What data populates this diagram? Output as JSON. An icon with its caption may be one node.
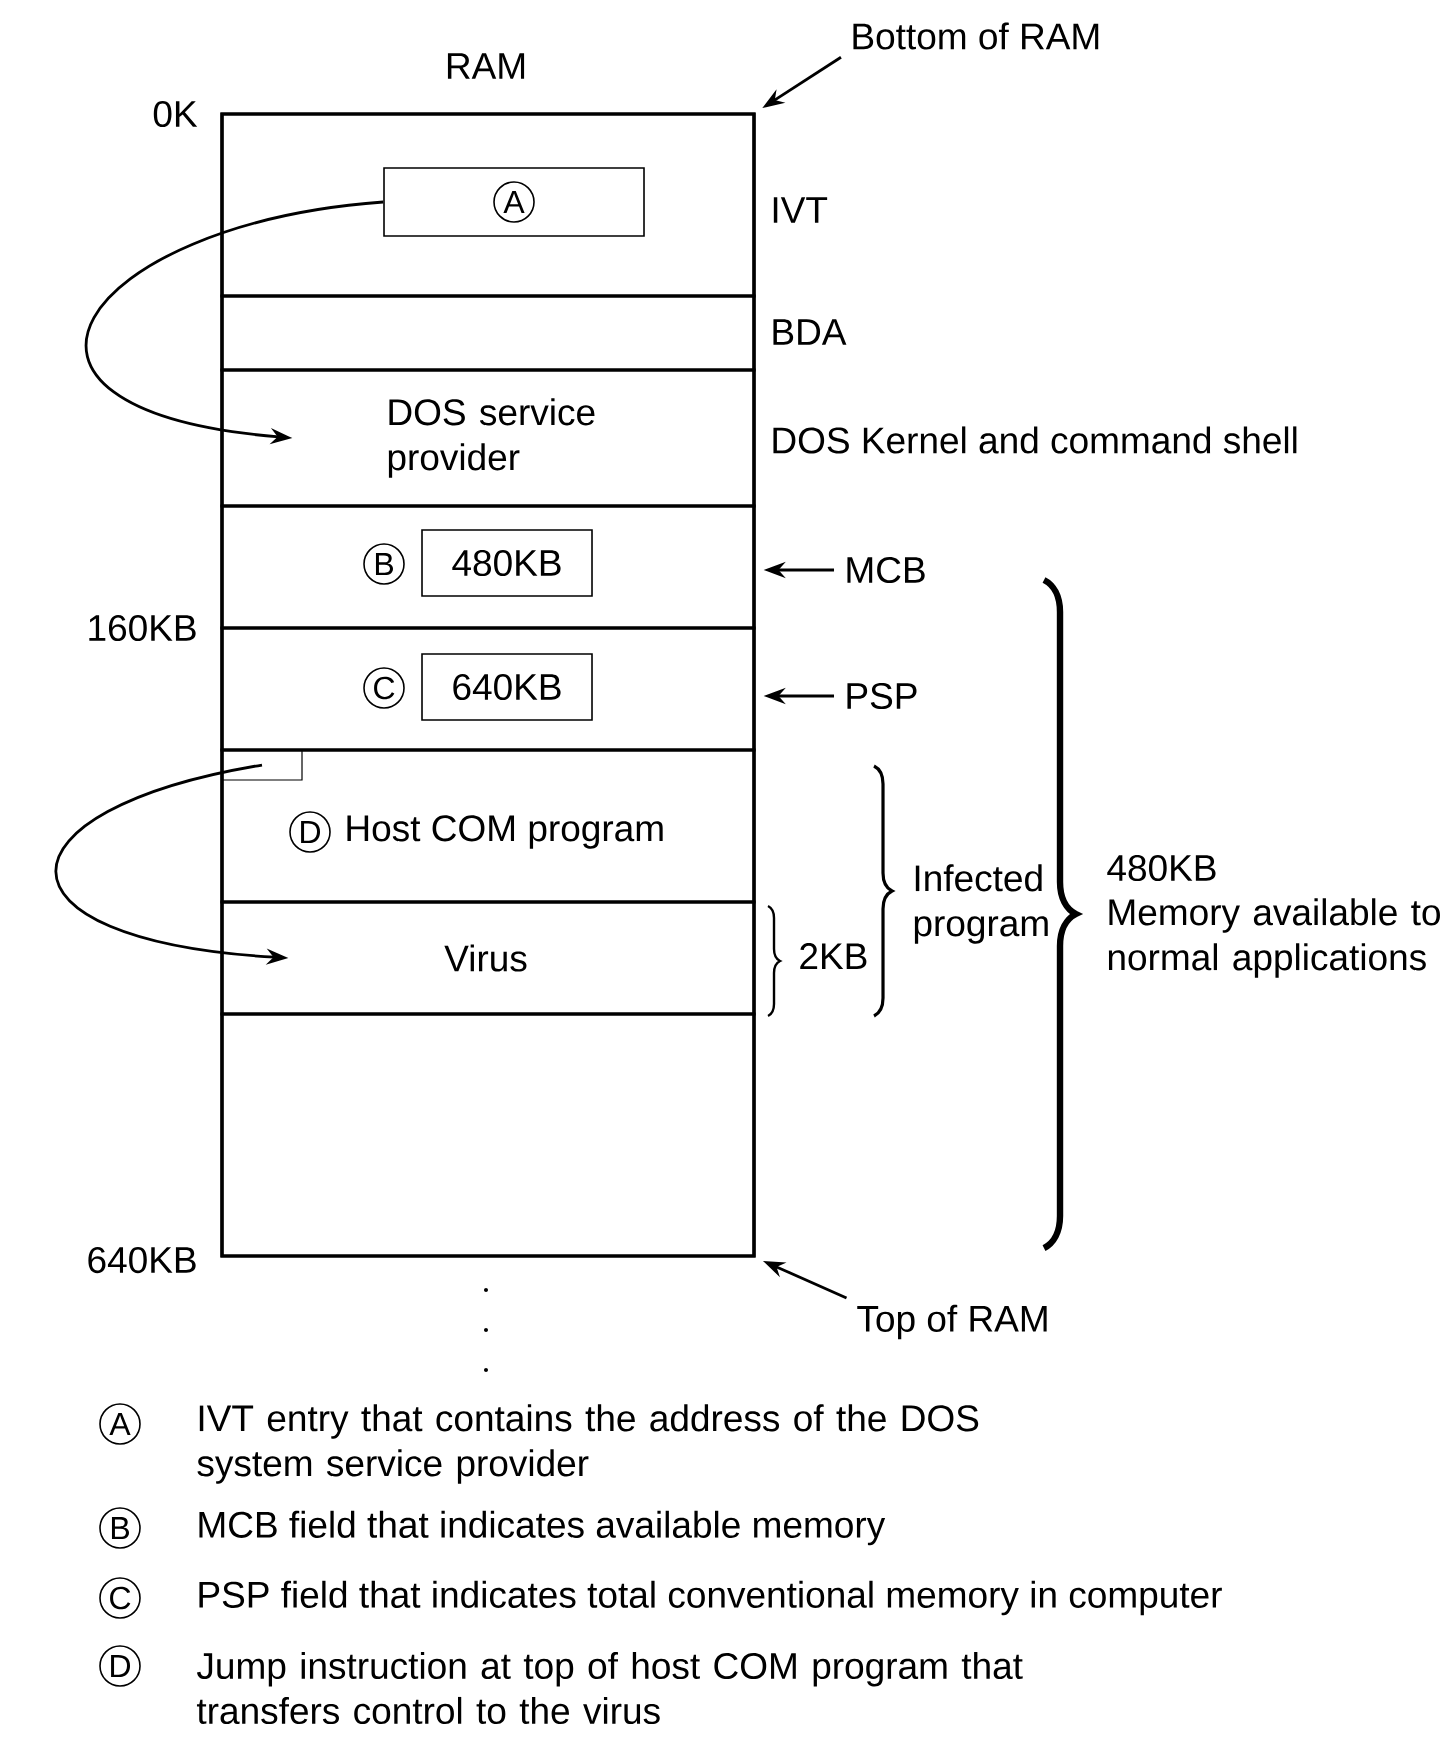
{
  "diagram": {
    "nodes": [
      {
        "text": [
          "RAM"
        ]
      },
      {
        "text": [],
        "shape": "box",
        "beside": [
          "IVT"
        ],
        "in": 0
      },
      {
        "text": [
          "A"
        ],
        "in": 1
      },
      {
        "text": [],
        "shape": "box",
        "beside": [
          "BDA"
        ],
        "in": 0
      },
      {
        "text": [
          "DOS service provider"
        ],
        "beside": [
          "DOS Kernel and command shell"
        ],
        "in": 0
      },
      {
        "text": [],
        "shape": "box",
        "in": 0
      },
      {
        "text": [
          "480KB"
        ],
        "beside": [
          "B"
        ],
        "in": 5
      },
      {
        "text": [],
        "shape": "box",
        "in": 0
      },
      {
        "text": [
          "640KB"
        ],
        "beside": [
          "C"
        ],
        "in": 7
      },
      {
        "text": [
          "Host COM program"
        ],
        "beside": [
          "D"
        ],
        "in": 0
      },
      {
        "text": [],
        "shape": "box",
        "in": 9
      },
      {
        "text": [
          "Virus"
        ],
        "in": 0
      },
      {
        "text": [],
        "shape": "box",
        "in": 0
      },
      {
        "text": [
          "Bottom of RAM"
        ]
      },
      {
        "text": [
          "Top of RAM"
        ]
      },
      {
        "text": [
          "MCB"
        ]
      },
      {
        "text": [
          "PSP"
        ]
      }
    ],
    "edges": [
      {
        "from": 2,
        "to": 4,
        "arrow": "to"
      },
      {
        "from": 10,
        "to": 11,
        "arrow": "to"
      },
      {
        "from": 13,
        "to": 0,
        "arrow": "to"
      },
      {
        "from": 14,
        "to": 0,
        "arrow": "to"
      },
      {
        "from": 15,
        "to": 5,
        "arrow": "to"
      },
      {
        "from": 16,
        "to": 7,
        "arrow": "to"
      }
    ],
    "labels": [
      "0K",
      "160KB",
      "640KB",
      "2KB",
      "Infected program",
      "480KB",
      "Memory available to normal applications",
      "A",
      "IVT entry that contains the address of the DOS system service provider",
      "B",
      "MCB field that indicates available memory",
      "C",
      "PSP field that indicates total conventional memory in computer",
      "D",
      "Jump instruction at top of host COM program that transfers control to the virus"
    ]
  }
}
